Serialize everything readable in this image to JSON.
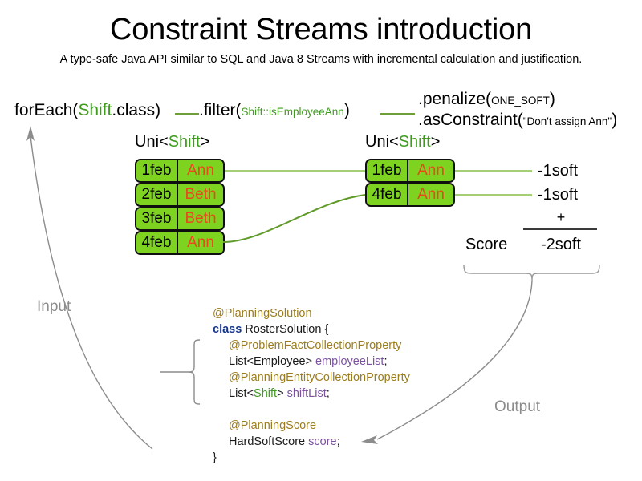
{
  "header": {
    "title": "Constraint Streams introduction",
    "subtitle": "A type-safe Java API similar to SQL and Java 8 Streams with incremental calculation and justification."
  },
  "pipeline": {
    "step1": {
      "prefix": "forEach(",
      "type": "Shift",
      "suffix": ".class)"
    },
    "step2": {
      "prefix": ".filter(",
      "arg": "Shift::isEmployeeAnn",
      "suffix": ")"
    },
    "step3": {
      "prefix": ".penalize(",
      "arg": "ONE_SOFT",
      "suffix": ")"
    },
    "step4": {
      "prefix": ".asConstraint(",
      "arg": "\"Don't assign Ann\"",
      "suffix": ")"
    },
    "stream_label_left": {
      "prefix": "Uni<",
      "type": "Shift",
      "suffix": ">"
    },
    "stream_label_right": {
      "prefix": "Uni<",
      "type": "Shift",
      "suffix": ">"
    }
  },
  "shifts_input": [
    {
      "date": "1feb",
      "employee": "Ann"
    },
    {
      "date": "2feb",
      "employee": "Beth"
    },
    {
      "date": "3feb",
      "employee": "Beth"
    },
    {
      "date": "4feb",
      "employee": "Ann"
    }
  ],
  "shifts_filtered": [
    {
      "date": "1feb",
      "employee": "Ann"
    },
    {
      "date": "4feb",
      "employee": "Ann"
    }
  ],
  "penalties": [
    "-1soft",
    "-1soft"
  ],
  "score": {
    "operator": "+",
    "label": "Score",
    "total": "-2soft"
  },
  "flow": {
    "input_label": "Input",
    "output_label": "Output"
  },
  "code": {
    "lines": [
      {
        "indent": 0,
        "parts": [
          {
            "t": "@PlanningSolution",
            "c": "ann"
          }
        ]
      },
      {
        "indent": 0,
        "parts": [
          {
            "t": "class",
            "c": "kw"
          },
          {
            "t": " RosterSolution {",
            "c": ""
          }
        ]
      },
      {
        "indent": 1,
        "parts": [
          {
            "t": "@ProblemFactCollectionProperty",
            "c": "ann"
          }
        ]
      },
      {
        "indent": 1,
        "parts": [
          {
            "t": "List<Employee> ",
            "c": ""
          },
          {
            "t": "employeeList",
            "c": "var"
          },
          {
            "t": ";",
            "c": ""
          }
        ]
      },
      {
        "indent": 1,
        "parts": [
          {
            "t": "@PlanningEntityCollectionProperty",
            "c": "ann"
          }
        ]
      },
      {
        "indent": 1,
        "parts": [
          {
            "t": "List<",
            "c": ""
          },
          {
            "t": "Shift",
            "c": "typ"
          },
          {
            "t": "> ",
            "c": ""
          },
          {
            "t": "shiftList",
            "c": "var"
          },
          {
            "t": ";",
            "c": ""
          }
        ]
      },
      {
        "indent": 1,
        "parts": [
          {
            "t": " ",
            "c": ""
          }
        ]
      },
      {
        "indent": 1,
        "parts": [
          {
            "t": "@PlanningScore",
            "c": "ann"
          }
        ]
      },
      {
        "indent": 1,
        "parts": [
          {
            "t": "HardSoftScore ",
            "c": ""
          },
          {
            "t": "score",
            "c": "var"
          },
          {
            "t": ";",
            "c": ""
          }
        ]
      },
      {
        "indent": 0,
        "parts": [
          {
            "t": "}",
            "c": ""
          }
        ]
      }
    ]
  },
  "colors": {
    "shift_box_fill": "#7ed321",
    "shift_box_border": "#0f0f0f",
    "employee_text": "#e8491d",
    "type_green": "#3f9c1f",
    "connector_light": "#a6cf75",
    "connector_dark": "#6f9e3a",
    "annotation_gold": "#9b7d1e",
    "keyword_blue": "#17368c",
    "variable_purple": "#7d52a0",
    "flow_gray": "#8c8c8c"
  }
}
